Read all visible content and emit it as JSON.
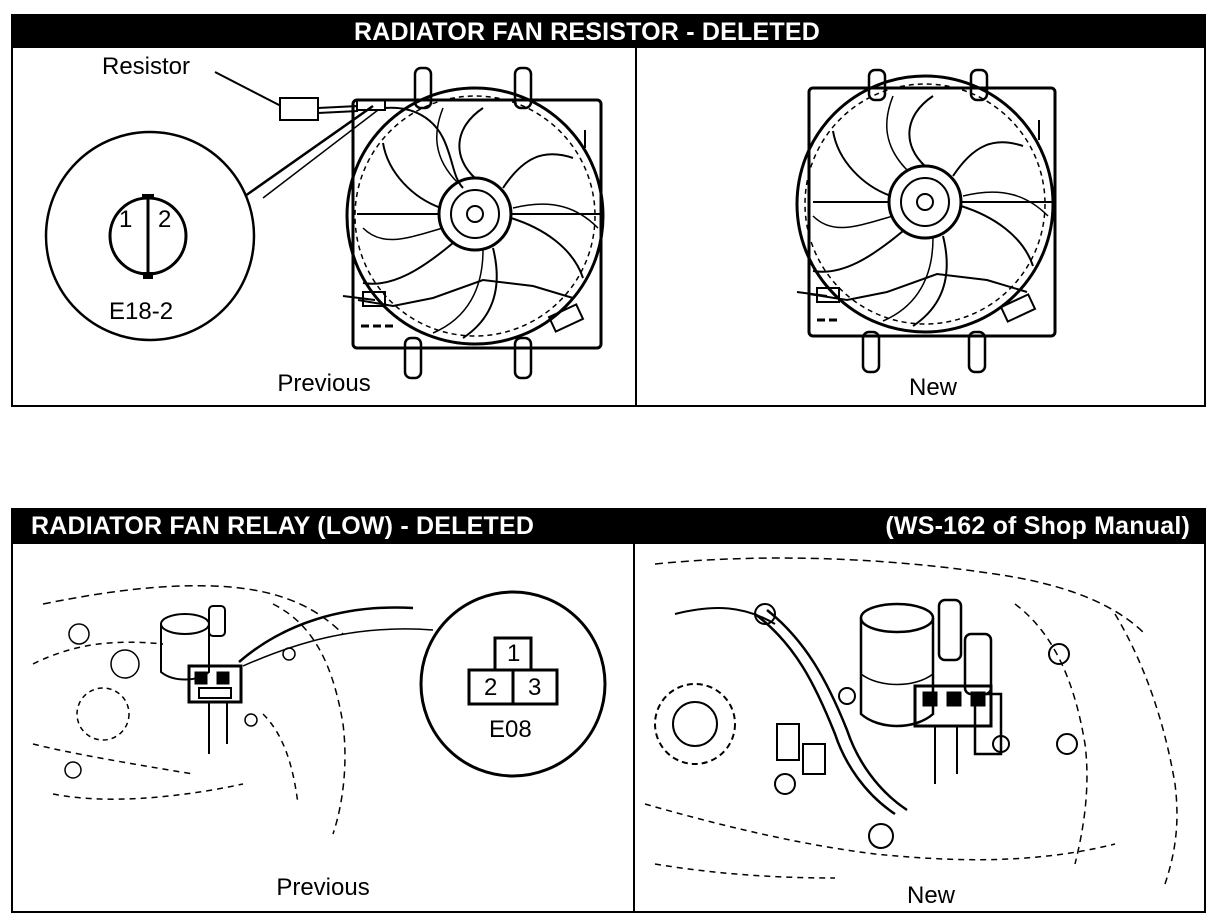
{
  "top_section": {
    "title": "RADIATOR FAN RESISTOR - DELETED",
    "left_panel": {
      "caption": "Previous",
      "resistor_label": "Resistor",
      "connector": {
        "name": "E18-2",
        "pins": [
          "1",
          "2"
        ]
      }
    },
    "right_panel": {
      "caption": "New"
    }
  },
  "bottom_section": {
    "title": "RADIATOR FAN RELAY (LOW) - DELETED",
    "reference": "(WS-162 of Shop Manual)",
    "left_panel": {
      "caption": "Previous",
      "connector": {
        "name": "E08",
        "pins": [
          "1",
          "2",
          "3"
        ]
      }
    },
    "right_panel": {
      "caption": "New"
    }
  }
}
